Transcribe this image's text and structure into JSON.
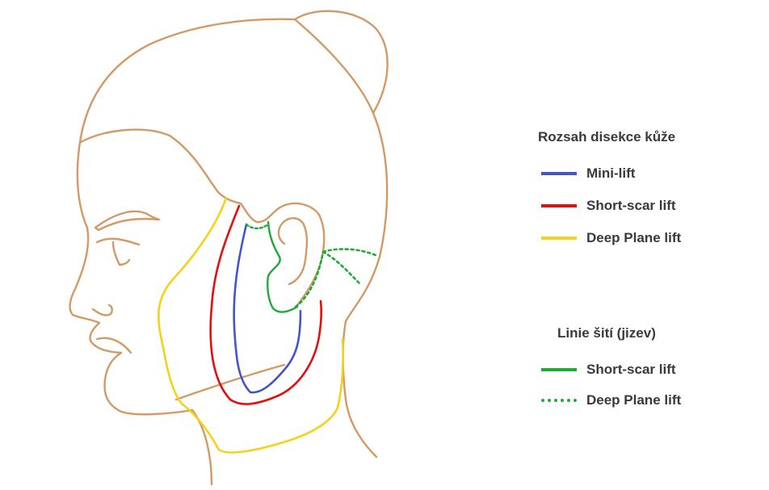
{
  "legend_dissection": {
    "title": "Rozsah disekce kůže",
    "items": [
      {
        "label": "Mini-lift",
        "color": "#4355c8",
        "style": "solid"
      },
      {
        "label": "Short-scar lift",
        "color": "#e01010",
        "style": "solid"
      },
      {
        "label": "Deep Plane lift",
        "color": "#f5d21a",
        "style": "solid"
      }
    ]
  },
  "legend_sutures": {
    "title": "Linie šití (jizev)",
    "items": [
      {
        "label": "Short-scar lift",
        "color": "#1faa3a",
        "style": "solid"
      },
      {
        "label": "Deep Plane lift",
        "color": "#1faa3a",
        "style": "dotted"
      }
    ]
  },
  "colors": {
    "outline": "#d19a66",
    "mini_lift": "#4355c8",
    "short_scar": "#e01010",
    "deep_plane": "#f5d21a",
    "suture": "#1faa3a"
  }
}
